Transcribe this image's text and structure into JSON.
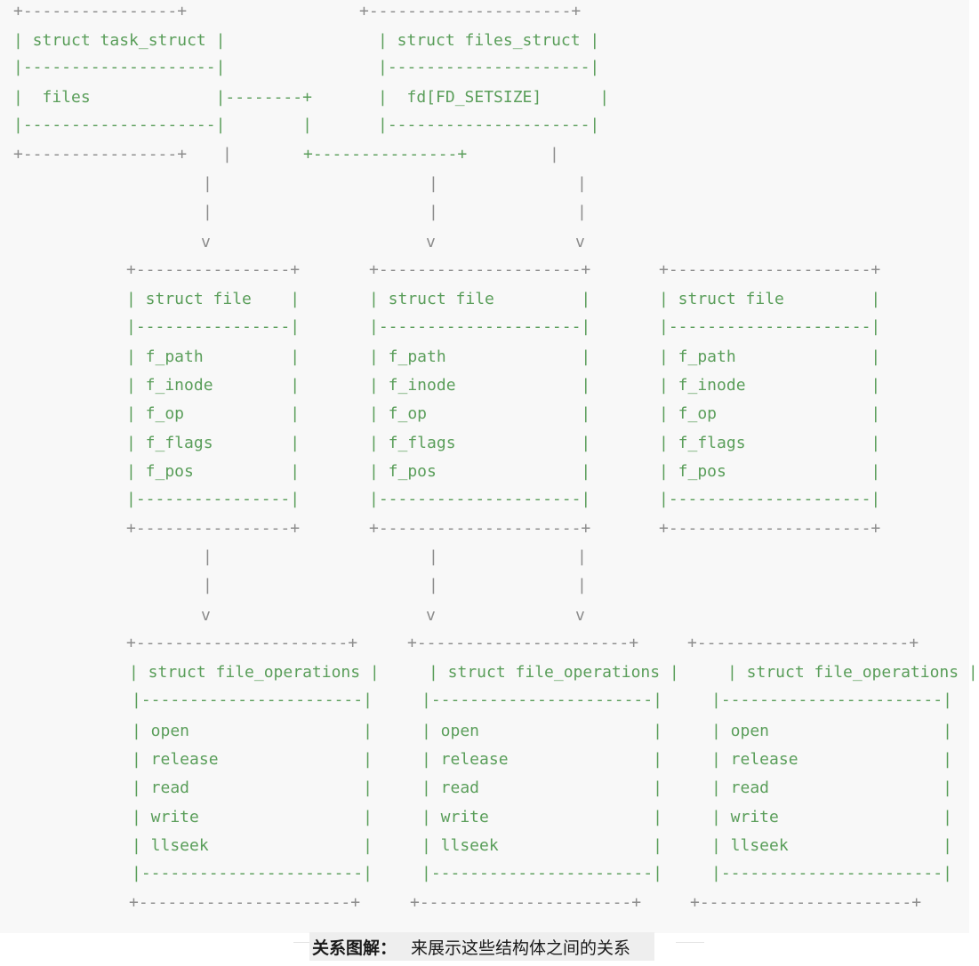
{
  "diagram": {
    "task_struct": {
      "border": "+----------------+",
      "title_line": "| struct task_struct |",
      "sep": "|--------------------|",
      "field_line": "|  files             |--------+",
      "sep2": "|--------------------|        |",
      "bottom": "+----------------+"
    },
    "files_struct": {
      "border": "+---------------------+",
      "title_line": "| struct files_struct |",
      "sep": "|---------------------|",
      "field_line": "|  fd[FD_SETSIZE]      |",
      "sep2": "|---------------------|",
      "branch": "+---------------+"
    },
    "connectors": {
      "pipe": "|",
      "arrow": "v"
    },
    "file_structs": [
      {
        "border": "+----------------+",
        "title": "| struct file    |",
        "sep": "|----------------|",
        "fields": [
          "| f_path         |",
          "| f_inode        |",
          "| f_op           |",
          "| f_flags        |",
          "| f_pos          |"
        ]
      },
      {
        "border": "+---------------------+",
        "title": "| struct file         |",
        "sep": "|---------------------|",
        "fields": [
          "| f_path              |",
          "| f_inode             |",
          "| f_op                |",
          "| f_flags             |",
          "| f_pos               |"
        ]
      },
      {
        "border": "+---------------------+",
        "title": "| struct file         |",
        "sep": "|---------------------|",
        "fields": [
          "| f_path              |",
          "| f_inode             |",
          "| f_op                |",
          "| f_flags             |",
          "| f_pos               |"
        ]
      }
    ],
    "fops_structs": [
      {
        "border": "+----------------------+",
        "title": "| struct file_operations |",
        "sep": "|-----------------------|",
        "fields": [
          "| open                  |",
          "| release               |",
          "| read                  |",
          "| write                 |",
          "| llseek                |"
        ],
        "bottom": "+----------------------+"
      },
      {
        "border": "+----------------------+",
        "title": "| struct file_operations |",
        "sep": "|-----------------------|",
        "fields": [
          "| open                  |",
          "| release               |",
          "| read                  |",
          "| write                 |",
          "| llseek                |"
        ],
        "bottom": "+----------------------+"
      },
      {
        "border": "+----------------------+",
        "title": "| struct file_operations |",
        "sep": "|-----------------------|",
        "fields": [
          "| open                  |",
          "| release               |",
          "| read                  |",
          "| write                 |",
          "| llseek                |"
        ],
        "bottom": "+----------------------+"
      }
    ]
  },
  "caption": {
    "bold": "关系图解：",
    "text": "来展示这些结构体之间的关系"
  },
  "colors": {
    "code_text": "#5a9e5a",
    "code_bg": "#f8f8f8"
  }
}
